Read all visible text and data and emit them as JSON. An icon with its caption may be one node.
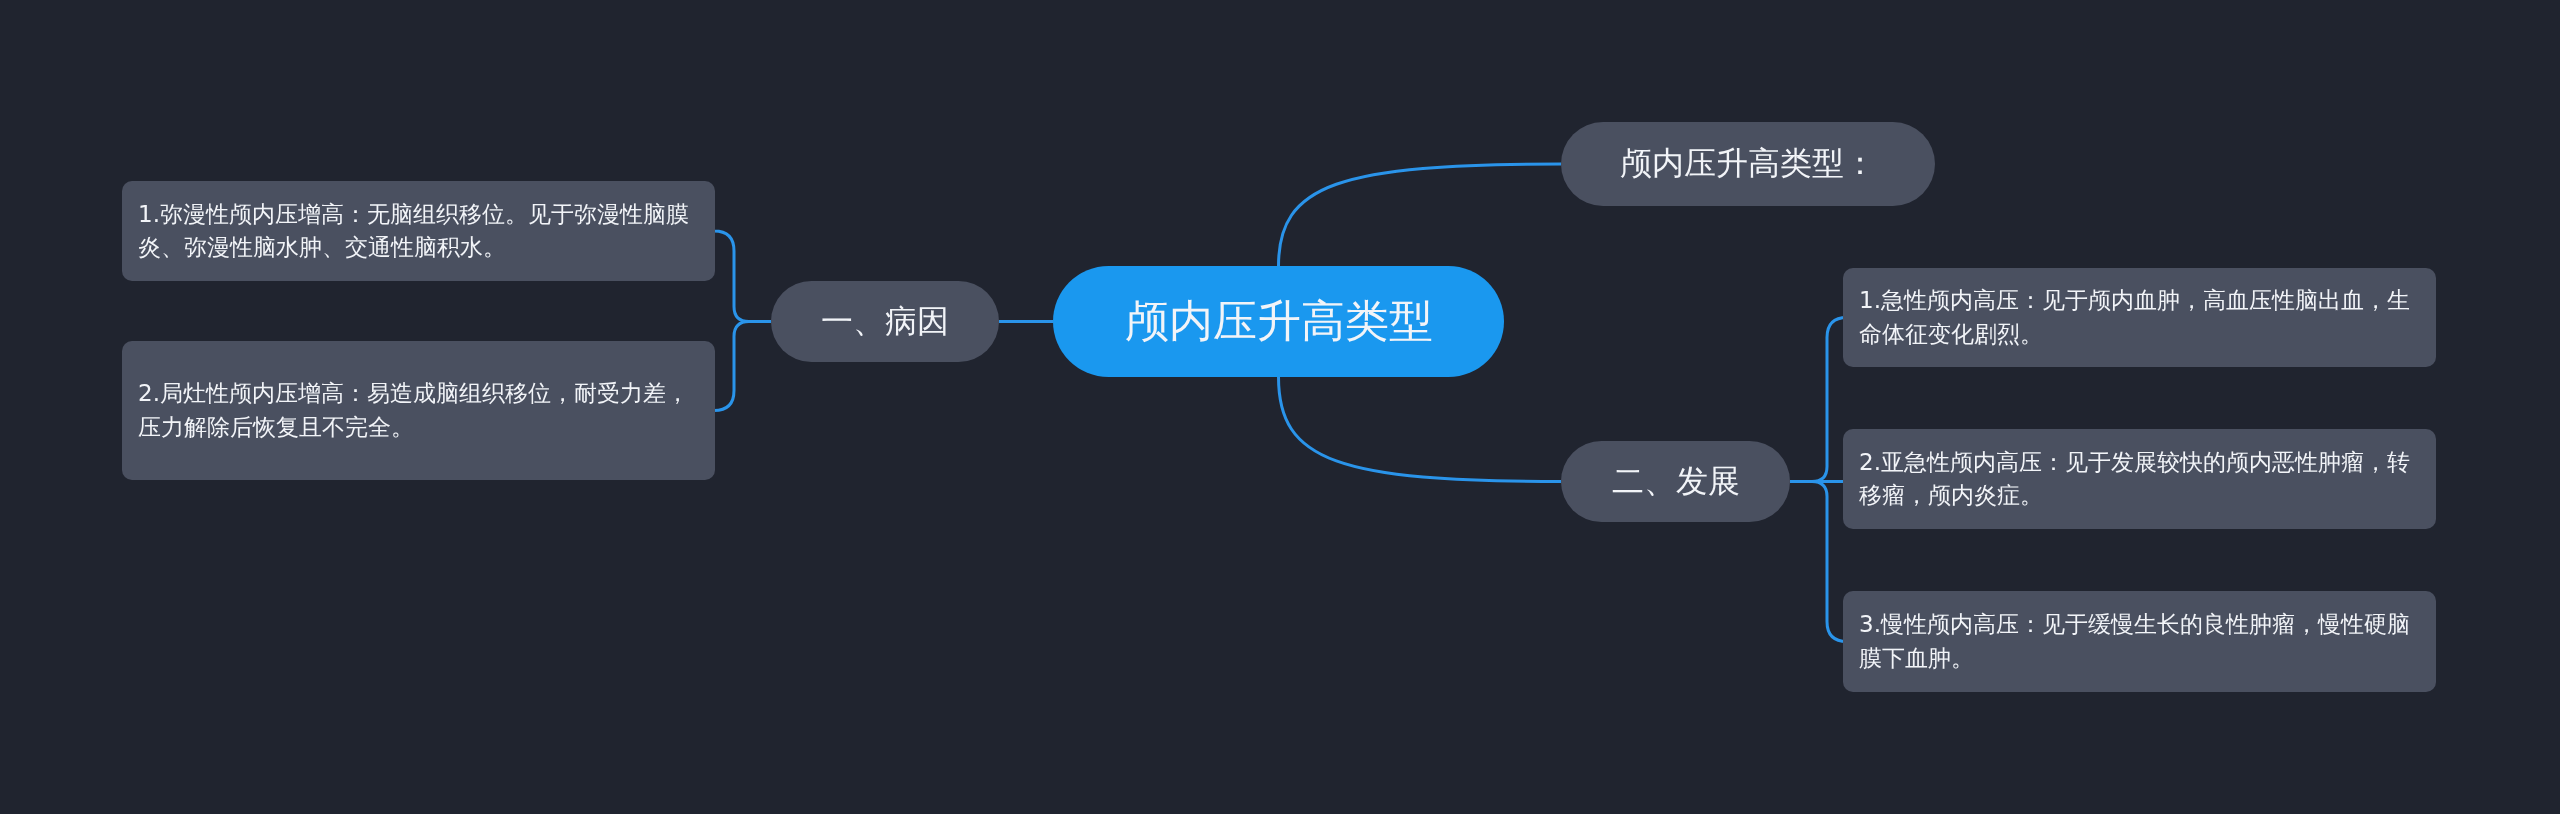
{
  "diagram": {
    "nodes": [
      {
        "text": [
          "颅内压升高类型"
        ]
      },
      {
        "text": [
          "颅内压升高类型："
        ]
      },
      {
        "text": [
          "一、病因"
        ]
      },
      {
        "text": [
          "1.弥漫性颅内压增高：无脑组织移位。见于弥漫性脑膜炎、弥漫性脑水肿、交通性脑积水。"
        ]
      },
      {
        "text": [
          "2.局灶性颅内压增高：易造成脑组织移位，耐受力差，压力解除后恢复且不完全。"
        ]
      },
      {
        "text": [
          "二、发展"
        ]
      },
      {
        "text": [
          "1.急性颅内高压：见于颅内血肿，高血压性脑出血，生命体征变化剧烈。"
        ]
      },
      {
        "text": [
          "2.亚急性颅内高压：见于发展较快的颅内恶性肿瘤，转移瘤，颅内炎症。"
        ]
      },
      {
        "text": [
          "3.慢性颅内高压：见于缓慢生长的良性肿瘤，慢性硬脑膜下血肿。"
        ]
      }
    ],
    "edges": [
      {
        "from": 0,
        "to": 1,
        "arrow": "none"
      },
      {
        "from": 0,
        "to": 2,
        "arrow": "none"
      },
      {
        "from": 2,
        "to": 3,
        "arrow": "none"
      },
      {
        "from": 2,
        "to": 4,
        "arrow": "none"
      },
      {
        "from": 0,
        "to": 5,
        "arrow": "none"
      },
      {
        "from": 5,
        "to": 6,
        "arrow": "none"
      },
      {
        "from": 5,
        "to": 7,
        "arrow": "none"
      },
      {
        "from": 5,
        "to": 8,
        "arrow": "none"
      }
    ]
  }
}
